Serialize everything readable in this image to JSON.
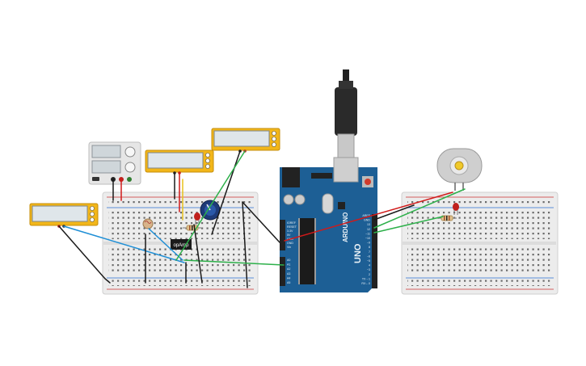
{
  "circuit": {
    "opamp_label": "opAmp",
    "arduino": {
      "brand": "ARDUINO",
      "model": "UNO",
      "power_pins": [
        "IOREF",
        "RESET",
        "3.3V",
        "5V",
        "GND",
        "GND",
        "Vin"
      ],
      "analog_pins": [
        "A0",
        "A1",
        "A2",
        "A3",
        "A4",
        "A5"
      ],
      "digital_pins": [
        "AREF",
        "GND",
        "13",
        "12",
        "~11",
        "~10",
        "~9",
        "8",
        "7",
        "~6",
        "~5",
        "4",
        "~3",
        "2",
        "TX→1",
        "RX←0"
      ]
    }
  },
  "colors": {
    "wire_black": "#1a1a1a",
    "wire_red": "#d11a1a",
    "wire_blue": "#1f8fd6",
    "wire_green": "#2db04a",
    "wire_yellow": "#e8c21b",
    "arduino_blue": "#1d5f95",
    "breadboard": "#ececec",
    "meter_yellow": "#f2b619",
    "lcd": "#dfe6ea"
  }
}
